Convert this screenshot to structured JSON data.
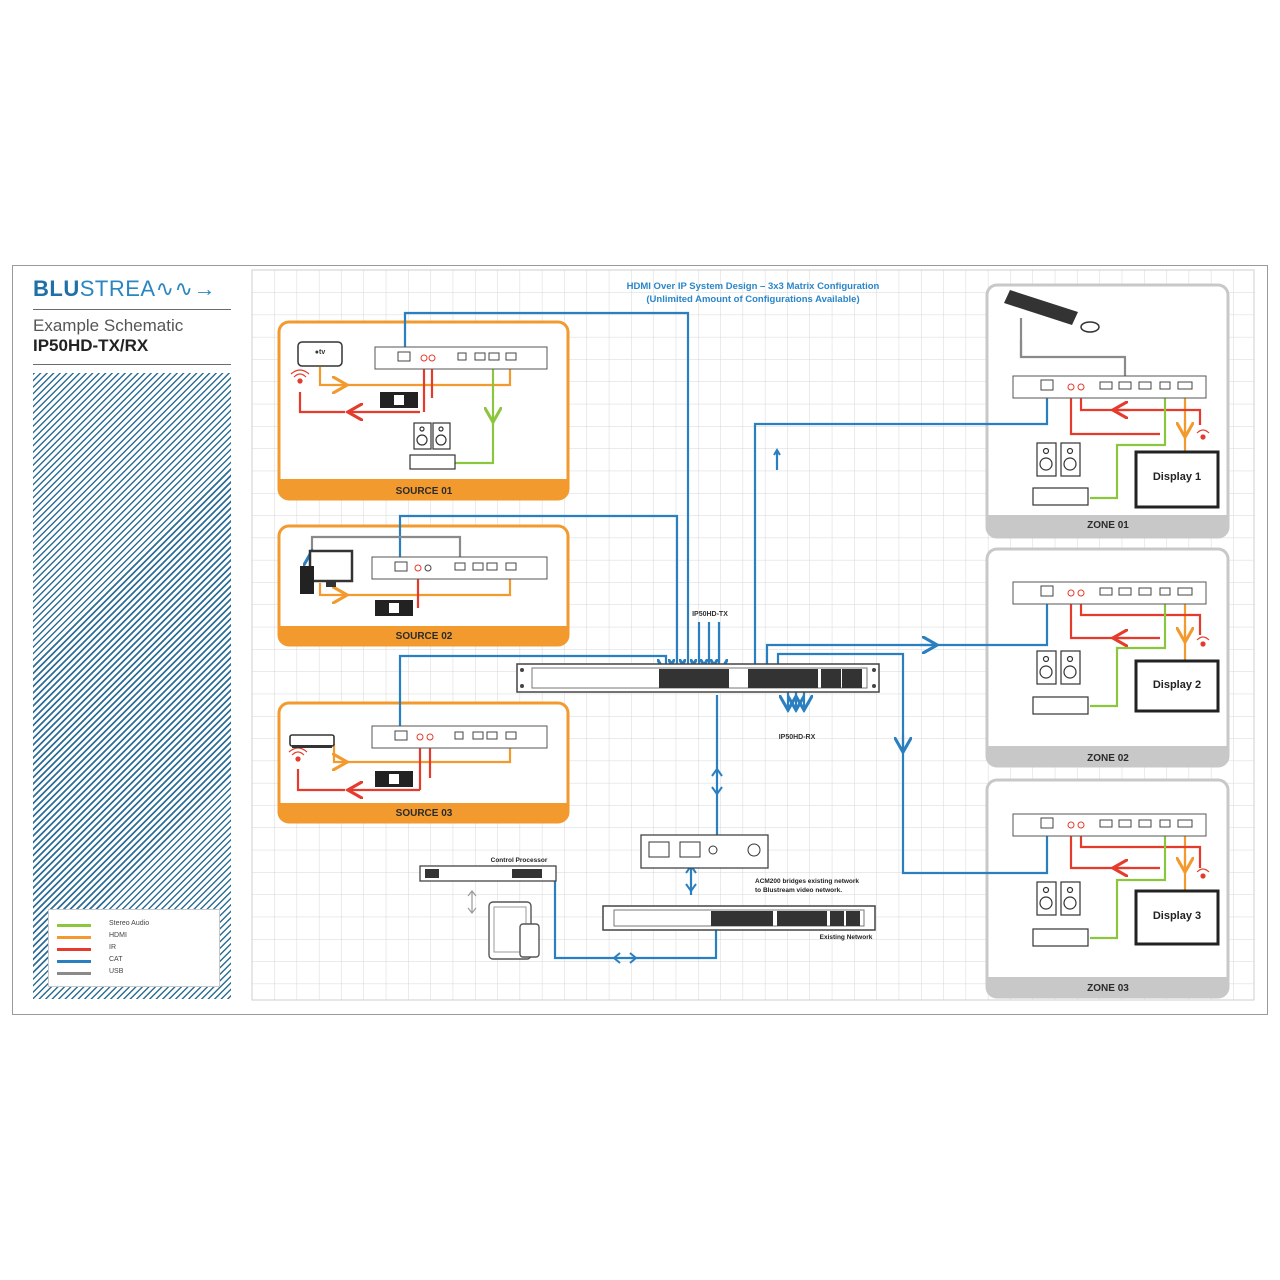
{
  "brand": {
    "blu": "BLU",
    "stream": "STREA"
  },
  "sidebar": {
    "subtitle": "Example Schematic",
    "model": "IP50HD-TX/RX"
  },
  "diagram_title": {
    "line1": "HDMI Over IP System Design – 3x3 Matrix Configuration",
    "line2": "(Unlimited Amount of Configurations Available)"
  },
  "legend": [
    {
      "label": "Stereo Audio",
      "color": "#8cc63f"
    },
    {
      "label": "HDMI",
      "color": "#f29a2e"
    },
    {
      "label": "IR",
      "color": "#e53b2c"
    },
    {
      "label": "CAT",
      "color": "#2a7fc1"
    },
    {
      "label": "USB",
      "color": "#8a8a8a"
    }
  ],
  "sources": [
    {
      "label": "SOURCE 01"
    },
    {
      "label": "SOURCE 02"
    },
    {
      "label": "SOURCE 03"
    }
  ],
  "zones": [
    {
      "label": "ZONE 01",
      "display": "Display 1"
    },
    {
      "label": "ZONE 02",
      "display": "Display 2"
    },
    {
      "label": "ZONE 03",
      "display": "Display 3"
    }
  ],
  "switch_labels": {
    "tx": "IP50HD-TX",
    "rx": "IP50HD-RX"
  },
  "control_processor": "Control Processor",
  "acm_note": {
    "line1": "ACM200 bridges existing network",
    "line2": "to Blustream video network."
  },
  "existing_network": "Existing Network",
  "colors": {
    "orange": "#f29a2e",
    "blue": "#2a7fc1",
    "red": "#e53b2c",
    "green": "#8cc63f",
    "gray": "#8a8a8a",
    "zone_gray": "#c8c8c8"
  }
}
